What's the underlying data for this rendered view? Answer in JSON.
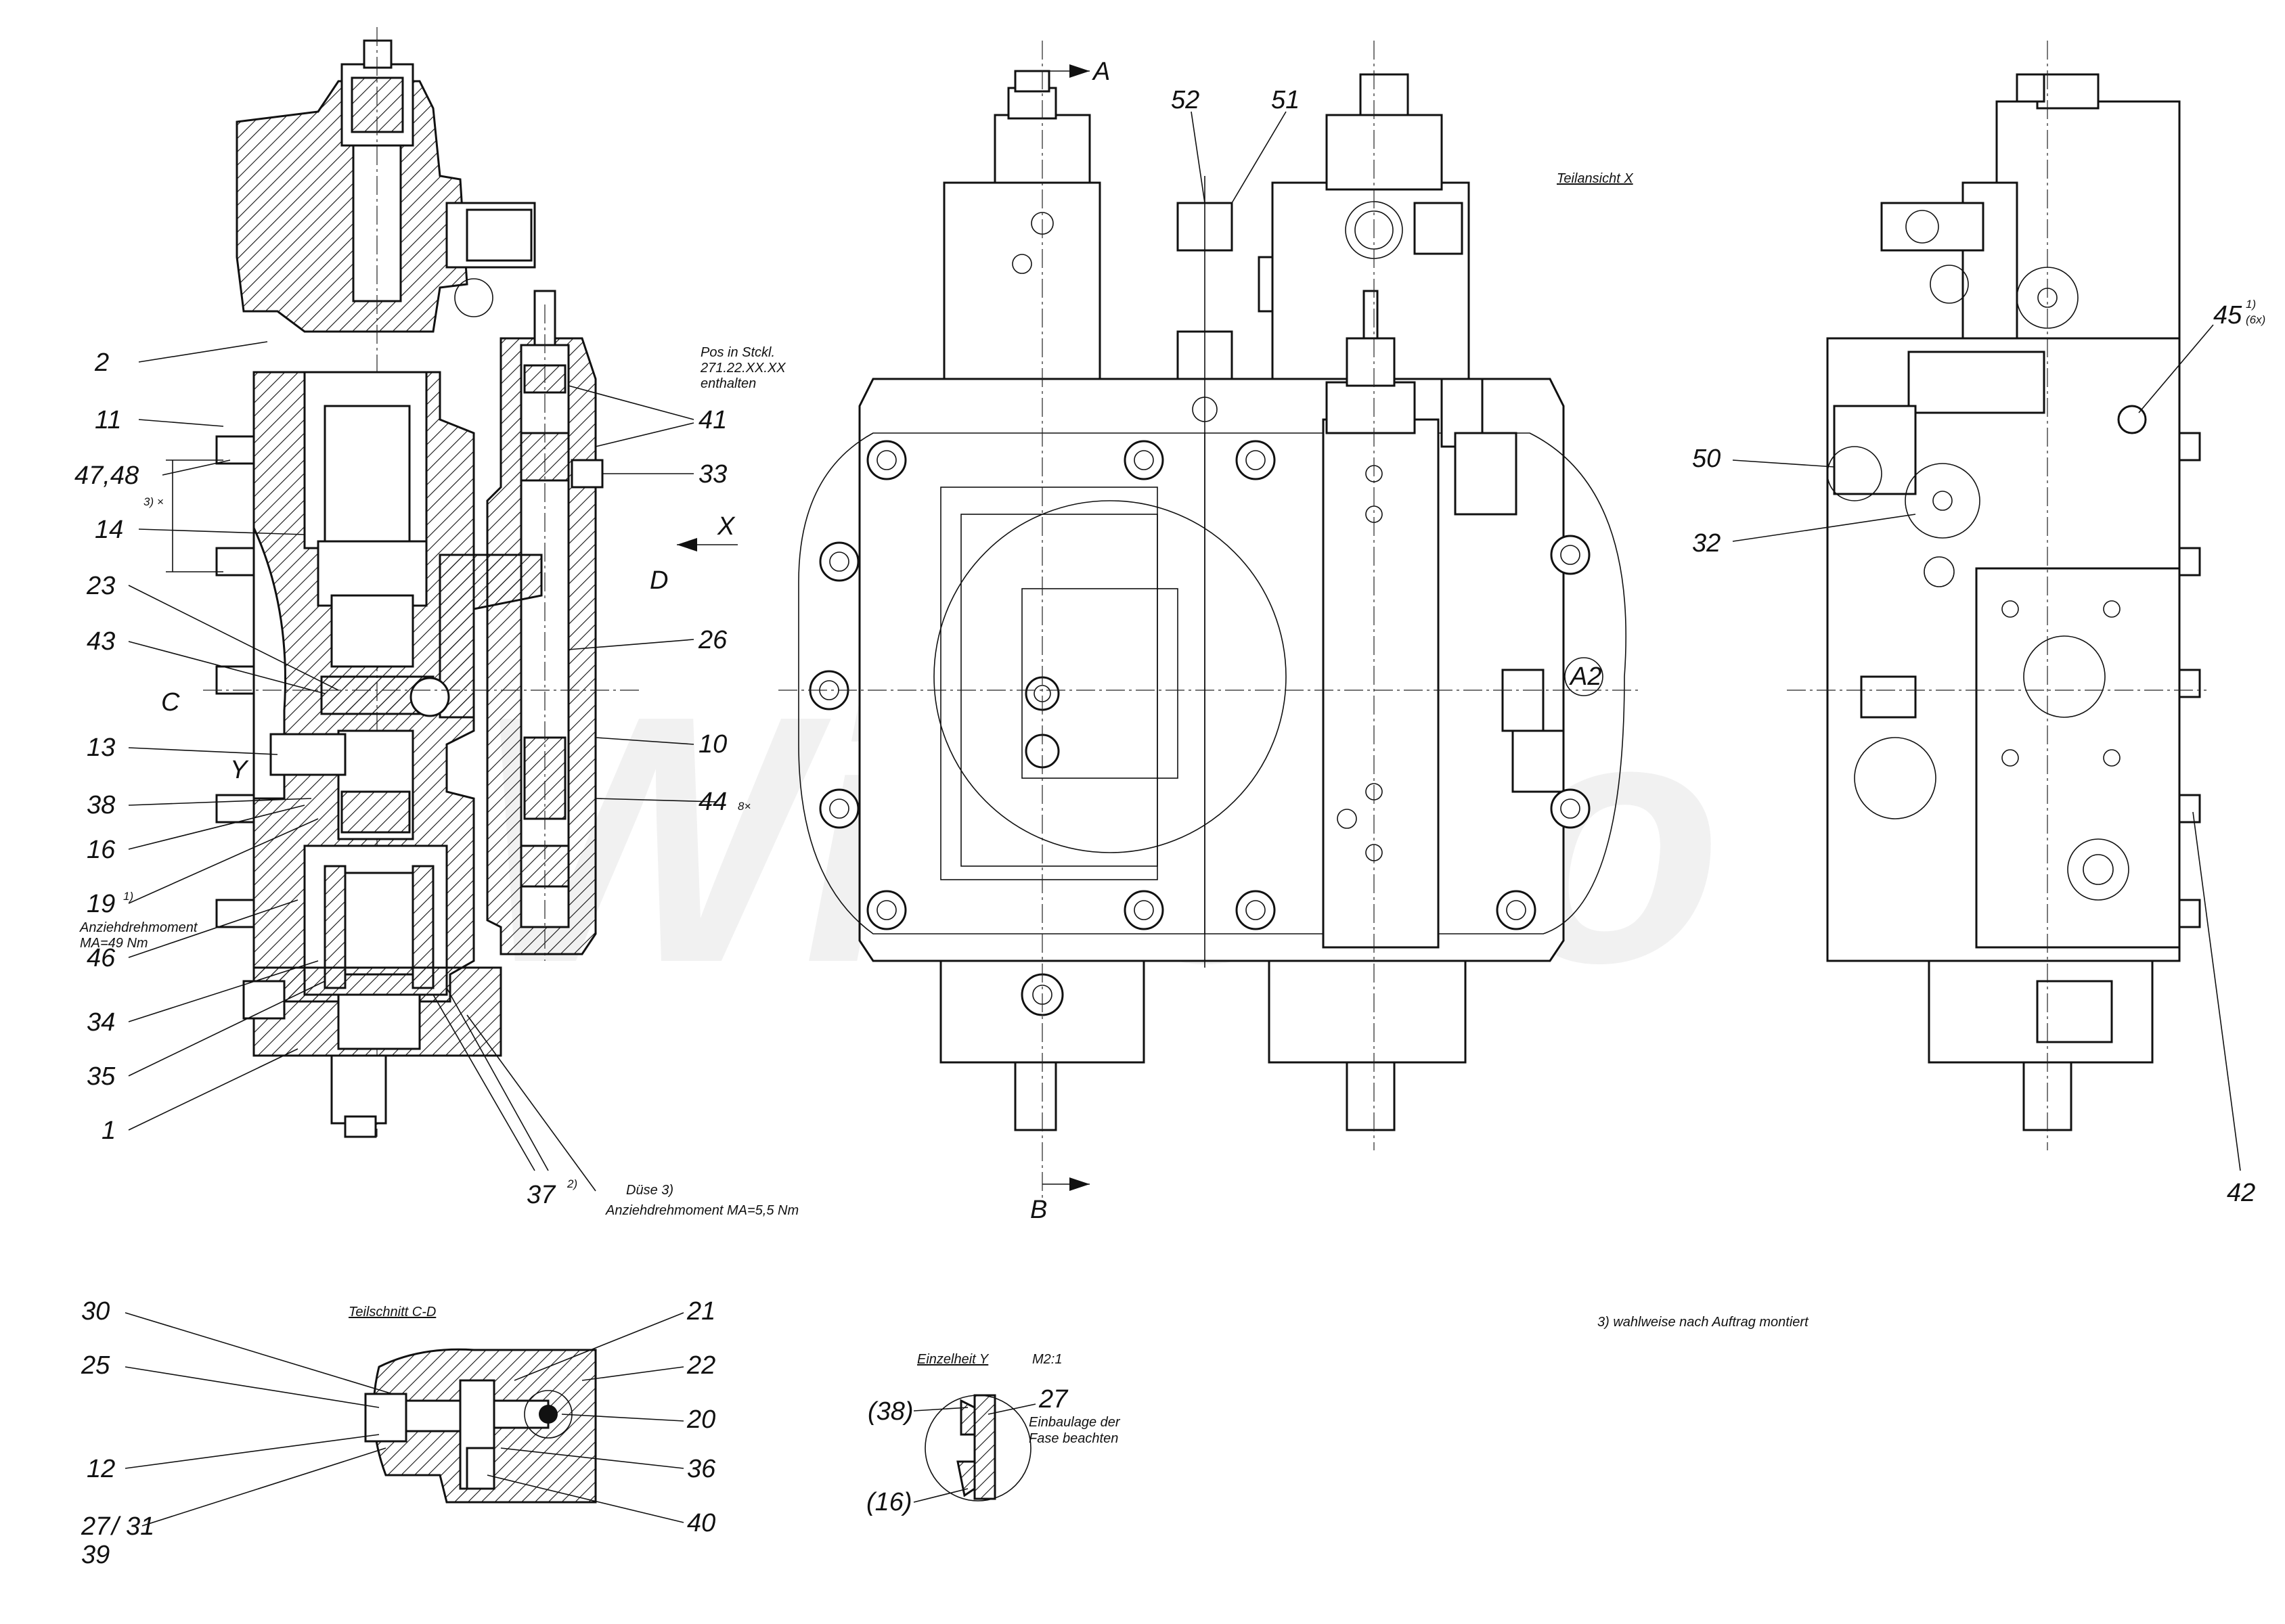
{
  "view_titles": {
    "partial_view": "Teilansicht X",
    "partial_section": "Teilschnitt C-D",
    "detail_y": "Einzelheit Y",
    "detail_scale": "M2:1"
  },
  "notes": {
    "pos_in": "Pos in Stckl.",
    "pos_num": "271.22.XX.XX",
    "pos_contained": "enthalten",
    "torque_19": "Anziehdrehmoment",
    "torque_19_value": "MA=49 Nm",
    "nozzle": "Düse 3)",
    "torque_nozzle": "Anziehdrehmoment MA=5,5 Nm",
    "footnote": "3) wahlweise nach Auftrag montiert",
    "chamfer": "Einbaulage der",
    "chamfer2": "Fase beachten",
    "note_44": "8×",
    "note_45a": "1)",
    "note_45b": "(6x)",
    "note_31x": "3) ×"
  },
  "section_markers": {
    "A": "A",
    "B": "B",
    "C": "C",
    "D": "D",
    "X": "X",
    "Y": "Y",
    "A2": "A2"
  },
  "callouts_left": {
    "c2": "2",
    "c11": "11",
    "c4748": "47,48",
    "c14": "14",
    "c23": "23",
    "c43": "43",
    "c13": "13",
    "c38": "38",
    "c16": "16",
    "c19": "19",
    "c19sup": "1)",
    "c46": "46",
    "c34": "34",
    "c35": "35",
    "c1": "1",
    "c37": "37",
    "c37sup": "2)"
  },
  "callouts_right_of_left": {
    "c41": "41",
    "c33": "33",
    "c26": "26",
    "c10": "10",
    "c44": "44"
  },
  "callouts_middle": {
    "c52": "52",
    "c51": "51"
  },
  "callouts_right": {
    "c45": "45",
    "c50": "50",
    "c32": "32",
    "c42": "42"
  },
  "callouts_section": {
    "c30": "30",
    "c25": "25",
    "c12": "12",
    "c27": "27",
    "c31": "31",
    "c39": "39",
    "c21": "21",
    "c22": "22",
    "c20": "20",
    "c36": "36",
    "c40": "40"
  },
  "callouts_detail": {
    "c38": "(38)",
    "c27": "27",
    "c16": "(16)"
  },
  "watermark": "Wibeko"
}
